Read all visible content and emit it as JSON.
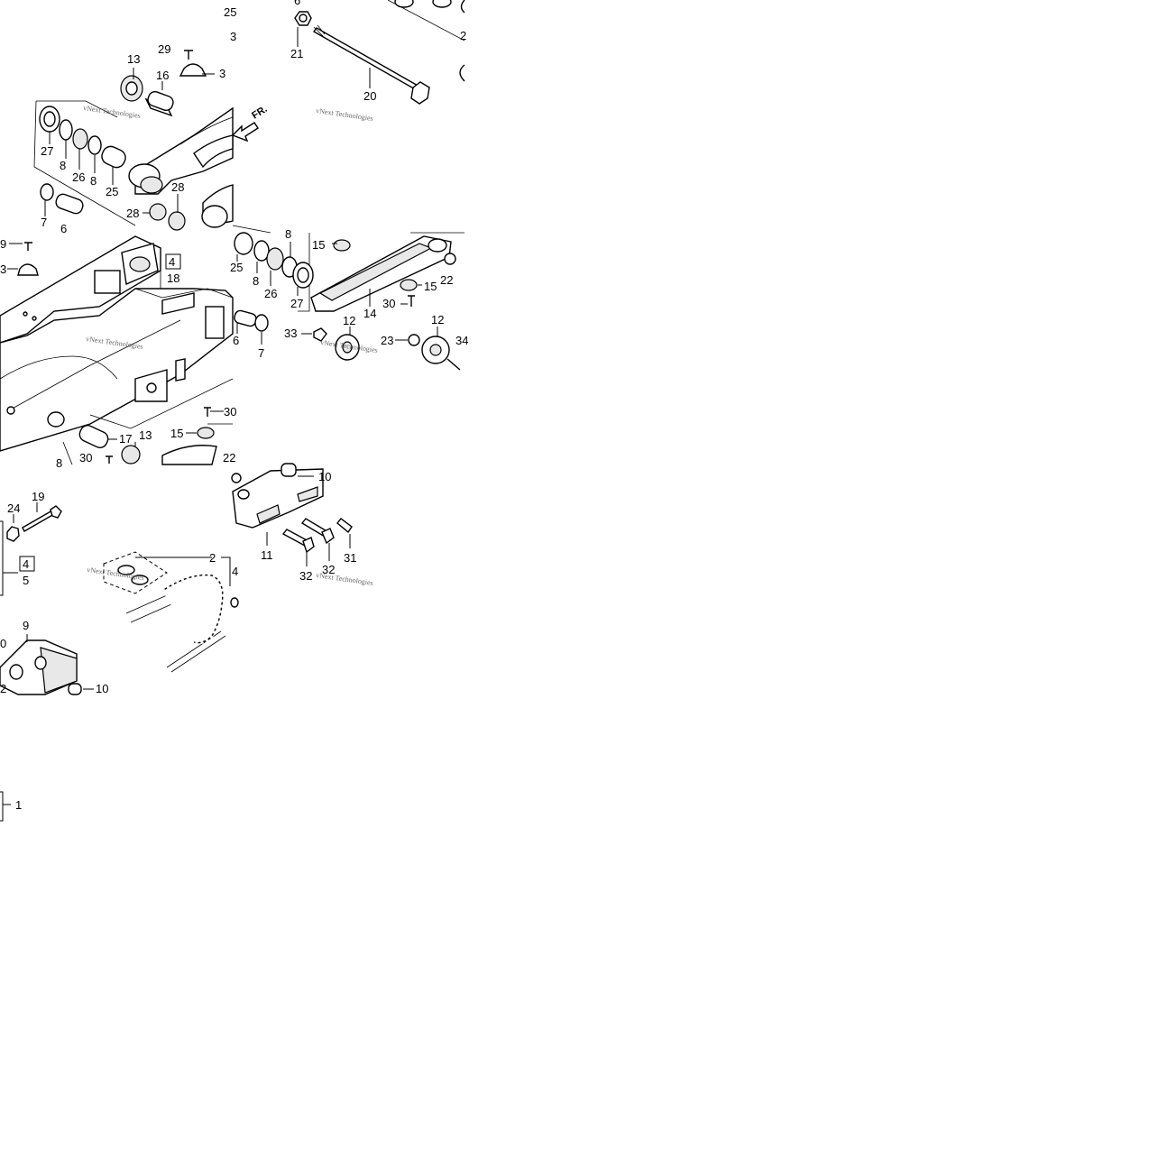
{
  "diagram": {
    "watermark": "vNext Technologies",
    "front_marker": "FR.",
    "callouts": [
      {
        "id": "c-25a",
        "text": "25"
      },
      {
        "id": "c-3a",
        "text": "3"
      },
      {
        "id": "c-13a",
        "text": "13"
      },
      {
        "id": "c-29",
        "text": "29"
      },
      {
        "id": "c-16",
        "text": "16"
      },
      {
        "id": "c-3b",
        "text": "3"
      },
      {
        "id": "c-27a",
        "text": "27"
      },
      {
        "id": "c-8a",
        "text": "8"
      },
      {
        "id": "c-26a",
        "text": "26"
      },
      {
        "id": "c-8b",
        "text": "8"
      },
      {
        "id": "c-25b",
        "text": "25"
      },
      {
        "id": "c-28a",
        "text": "28"
      },
      {
        "id": "c-28b",
        "text": "28"
      },
      {
        "id": "c-7a",
        "text": "7"
      },
      {
        "id": "c-6a",
        "text": "6"
      },
      {
        "id": "c-6b",
        "text": "6"
      },
      {
        "id": "c-21",
        "text": "21"
      },
      {
        "id": "c-20",
        "text": "20"
      },
      {
        "id": "c-2a",
        "text": "2"
      },
      {
        "id": "c-9a",
        "text": "9"
      },
      {
        "id": "c-3c",
        "text": "3"
      },
      {
        "id": "c-4a",
        "text": "4"
      },
      {
        "id": "c-18",
        "text": "18"
      },
      {
        "id": "c-6c",
        "text": "6"
      },
      {
        "id": "c-7b",
        "text": "7"
      },
      {
        "id": "c-30a",
        "text": "30"
      },
      {
        "id": "c-15a",
        "text": "15"
      },
      {
        "id": "c-17",
        "text": "17"
      },
      {
        "id": "c-13b",
        "text": "13"
      },
      {
        "id": "c-30b",
        "text": "30"
      },
      {
        "id": "c-22a",
        "text": "22"
      },
      {
        "id": "c-8c",
        "text": "8"
      },
      {
        "id": "c-8d",
        "text": "8"
      },
      {
        "id": "c-15b",
        "text": "15"
      },
      {
        "id": "c-25c",
        "text": "25"
      },
      {
        "id": "c-8e",
        "text": "8"
      },
      {
        "id": "c-26b",
        "text": "26"
      },
      {
        "id": "c-27b",
        "text": "27"
      },
      {
        "id": "c-15c",
        "text": "15"
      },
      {
        "id": "c-22b",
        "text": "22"
      },
      {
        "id": "c-14",
        "text": "14"
      },
      {
        "id": "c-30c",
        "text": "30"
      },
      {
        "id": "c-33",
        "text": "33"
      },
      {
        "id": "c-12a",
        "text": "12"
      },
      {
        "id": "c-23",
        "text": "23"
      },
      {
        "id": "c-12b",
        "text": "12"
      },
      {
        "id": "c-34",
        "text": "34"
      },
      {
        "id": "c-10a",
        "text": "10"
      },
      {
        "id": "c-11",
        "text": "11"
      },
      {
        "id": "c-32a",
        "text": "32"
      },
      {
        "id": "c-32b",
        "text": "32"
      },
      {
        "id": "c-31",
        "text": "31"
      },
      {
        "id": "c-24",
        "text": "24"
      },
      {
        "id": "c-19",
        "text": "19"
      },
      {
        "id": "c-4b",
        "text": "4"
      },
      {
        "id": "c-5",
        "text": "5"
      },
      {
        "id": "c-2b",
        "text": "2"
      },
      {
        "id": "c-4c",
        "text": "4"
      },
      {
        "id": "c-9b",
        "text": "9"
      },
      {
        "id": "c-0",
        "text": "0"
      },
      {
        "id": "c-2c",
        "text": "2"
      },
      {
        "id": "c-10b",
        "text": "10"
      },
      {
        "id": "c-1",
        "text": "1"
      }
    ]
  }
}
